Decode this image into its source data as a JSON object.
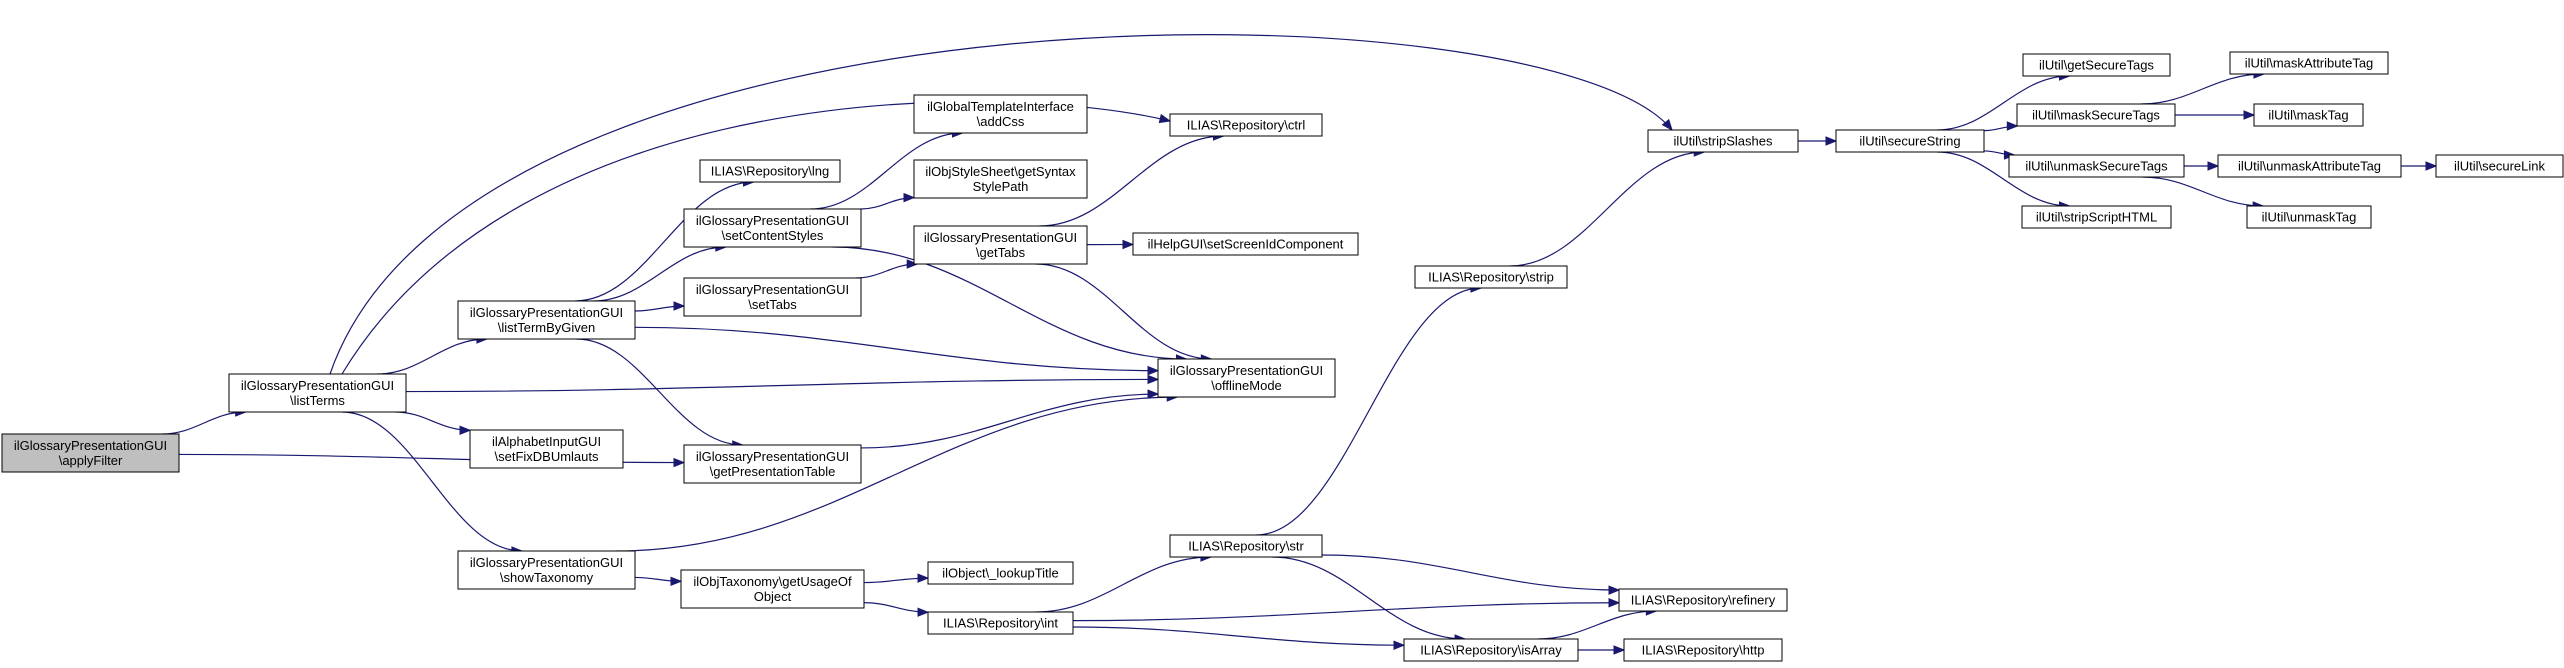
{
  "nodes": [
    {
      "id": "apply_filter",
      "lines": [
        "ilGlossaryPresentationGUI",
        "\\applyFilter"
      ],
      "root": true
    },
    {
      "id": "list_terms",
      "lines": [
        "ilGlossaryPresentationGUI",
        "\\listTerms"
      ]
    },
    {
      "id": "list_term_by_given",
      "lines": [
        "ilGlossaryPresentationGUI",
        "\\listTermByGiven"
      ]
    },
    {
      "id": "alphabet_input",
      "lines": [
        "ilAlphabetInputGUI",
        "\\setFixDBUmlauts"
      ]
    },
    {
      "id": "show_taxonomy",
      "lines": [
        "ilGlossaryPresentationGUI",
        "\\showTaxonomy"
      ]
    },
    {
      "id": "repo_lng",
      "lines": [
        "ILIAS\\Repository\\lng"
      ]
    },
    {
      "id": "set_content_styles",
      "lines": [
        "ilGlossaryPresentationGUI",
        "\\setContentStyles"
      ]
    },
    {
      "id": "set_tabs",
      "lines": [
        "ilGlossaryPresentationGUI",
        "\\setTabs"
      ]
    },
    {
      "id": "get_presentation_table",
      "lines": [
        "ilGlossaryPresentationGUI",
        "\\getPresentationTable"
      ]
    },
    {
      "id": "get_usage_of_object",
      "lines": [
        "ilObjTaxonomy\\getUsageOf",
        "Object"
      ]
    },
    {
      "id": "add_css",
      "lines": [
        "ilGlobalTemplateInterface",
        "\\addCss"
      ]
    },
    {
      "id": "get_syntax_style_path",
      "lines": [
        "ilObjStyleSheet\\getSyntax",
        "StylePath"
      ]
    },
    {
      "id": "get_tabs",
      "lines": [
        "ilGlossaryPresentationGUI",
        "\\getTabs"
      ]
    },
    {
      "id": "lookup_title",
      "lines": [
        "ilObject\\_lookupTitle"
      ]
    },
    {
      "id": "repo_int",
      "lines": [
        "ILIAS\\Repository\\int"
      ]
    },
    {
      "id": "repo_ctrl",
      "lines": [
        "ILIAS\\Repository\\ctrl"
      ]
    },
    {
      "id": "set_screen_id",
      "lines": [
        "ilHelpGUI\\setScreenIdComponent"
      ]
    },
    {
      "id": "offline_mode",
      "lines": [
        "ilGlossaryPresentationGUI",
        "\\offlineMode"
      ]
    },
    {
      "id": "repo_str",
      "lines": [
        "ILIAS\\Repository\\str"
      ]
    },
    {
      "id": "repo_strip",
      "lines": [
        "ILIAS\\Repository\\strip"
      ]
    },
    {
      "id": "repo_is_array",
      "lines": [
        "ILIAS\\Repository\\isArray"
      ]
    },
    {
      "id": "strip_slashes",
      "lines": [
        "ilUtil\\stripSlashes"
      ]
    },
    {
      "id": "repo_refinery",
      "lines": [
        "ILIAS\\Repository\\refinery"
      ]
    },
    {
      "id": "repo_http",
      "lines": [
        "ILIAS\\Repository\\http"
      ]
    },
    {
      "id": "secure_string",
      "lines": [
        "ilUtil\\secureString"
      ]
    },
    {
      "id": "get_secure_tags",
      "lines": [
        "ilUtil\\getSecureTags"
      ]
    },
    {
      "id": "mask_secure_tags",
      "lines": [
        "ilUtil\\maskSecureTags"
      ]
    },
    {
      "id": "unmask_secure_tags",
      "lines": [
        "ilUtil\\unmaskSecureTags"
      ]
    },
    {
      "id": "strip_script_html",
      "lines": [
        "ilUtil\\stripScriptHTML"
      ]
    },
    {
      "id": "mask_attribute_tag",
      "lines": [
        "ilUtil\\maskAttributeTag"
      ]
    },
    {
      "id": "mask_tag",
      "lines": [
        "ilUtil\\maskTag"
      ]
    },
    {
      "id": "unmask_attribute_tag",
      "lines": [
        "ilUtil\\unmaskAttributeTag"
      ]
    },
    {
      "id": "unmask_tag",
      "lines": [
        "ilUtil\\unmaskTag"
      ]
    },
    {
      "id": "secure_link",
      "lines": [
        "ilUtil\\secureLink"
      ]
    }
  ],
  "edges": [
    [
      "apply_filter",
      "list_terms"
    ],
    [
      "apply_filter",
      "get_presentation_table"
    ],
    [
      "list_terms",
      "list_term_by_given"
    ],
    [
      "list_terms",
      "alphabet_input"
    ],
    [
      "list_terms",
      "show_taxonomy"
    ],
    [
      "list_terms",
      "repo_ctrl"
    ],
    [
      "list_terms",
      "offline_mode"
    ],
    [
      "list_terms",
      "strip_slashes"
    ],
    [
      "list_term_by_given",
      "repo_lng"
    ],
    [
      "list_term_by_given",
      "set_content_styles"
    ],
    [
      "list_term_by_given",
      "set_tabs"
    ],
    [
      "list_term_by_given",
      "get_presentation_table"
    ],
    [
      "list_term_by_given",
      "offline_mode"
    ],
    [
      "set_content_styles",
      "add_css"
    ],
    [
      "set_content_styles",
      "get_syntax_style_path"
    ],
    [
      "set_content_styles",
      "offline_mode"
    ],
    [
      "set_tabs",
      "get_tabs"
    ],
    [
      "get_tabs",
      "repo_ctrl"
    ],
    [
      "get_tabs",
      "set_screen_id"
    ],
    [
      "get_tabs",
      "offline_mode"
    ],
    [
      "get_presentation_table",
      "offline_mode"
    ],
    [
      "show_taxonomy",
      "offline_mode"
    ],
    [
      "show_taxonomy",
      "get_usage_of_object"
    ],
    [
      "get_usage_of_object",
      "lookup_title"
    ],
    [
      "get_usage_of_object",
      "repo_int"
    ],
    [
      "repo_int",
      "repo_str"
    ],
    [
      "repo_int",
      "repo_refinery"
    ],
    [
      "repo_int",
      "repo_is_array"
    ],
    [
      "repo_str",
      "repo_strip"
    ],
    [
      "repo_str",
      "repo_refinery"
    ],
    [
      "repo_str",
      "repo_is_array"
    ],
    [
      "repo_is_array",
      "repo_refinery"
    ],
    [
      "repo_is_array",
      "repo_http"
    ],
    [
      "repo_strip",
      "strip_slashes"
    ],
    [
      "strip_slashes",
      "secure_string"
    ],
    [
      "secure_string",
      "get_secure_tags"
    ],
    [
      "secure_string",
      "mask_secure_tags"
    ],
    [
      "secure_string",
      "unmask_secure_tags"
    ],
    [
      "secure_string",
      "strip_script_html"
    ],
    [
      "mask_secure_tags",
      "mask_attribute_tag"
    ],
    [
      "mask_secure_tags",
      "mask_tag"
    ],
    [
      "unmask_secure_tags",
      "unmask_attribute_tag"
    ],
    [
      "unmask_secure_tags",
      "unmask_tag"
    ],
    [
      "unmask_attribute_tag",
      "secure_link"
    ]
  ],
  "colors": {
    "edge": "#191970",
    "root_fill": "#bfbfbf",
    "node_fill": "#ffffff",
    "border": "#000000"
  }
}
